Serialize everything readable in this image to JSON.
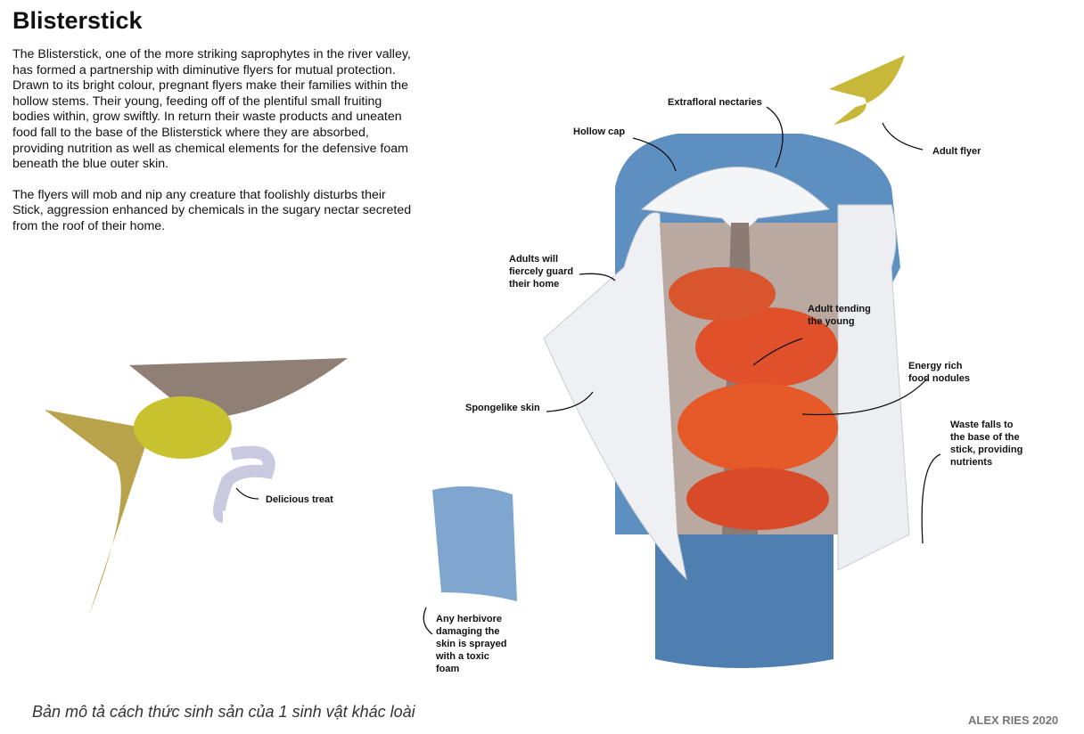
{
  "title": "Blisterstick",
  "intro": [
    "The Blisterstick, one of the more striking saprophytes in the river valley, has formed a partnership with diminutive flyers for mutual protection. Drawn to its bright colour, pregnant flyers make their families within the hollow stems. Their young, feeding off of the plentiful small fruiting bodies within, grow swiftly. In return their waste products and uneaten food fall to the base of the Blisterstick where they are absorbed, providing nutrition as well as chemical elements for the defensive foam beneath the blue outer skin.",
    "The flyers will mob and nip any creature that foolishly disturbs their Stick, aggression enhanced by chemicals in the sugary nectar secreted from the roof of their home."
  ],
  "labels": {
    "extrafloral": "Extrafloral nectaries",
    "hollow_cap": "Hollow cap",
    "adult_flyer": "Adult flyer",
    "adults_guard": "Adults will fiercely guard their home",
    "adult_tending": "Adult tending the young",
    "energy": "Energy rich food nodules",
    "spongelike": "Spongelike skin",
    "waste": "Waste falls to the base of the stick, providing nutrients",
    "treat": "Delicious treat",
    "herbivore": "Any herbivore damaging the skin is sprayed with a toxic foam"
  },
  "caption": "Bản mô tả cách thức sinh sản của 1 sinh vật khác loài",
  "credit": "ALEX RIES 2020"
}
